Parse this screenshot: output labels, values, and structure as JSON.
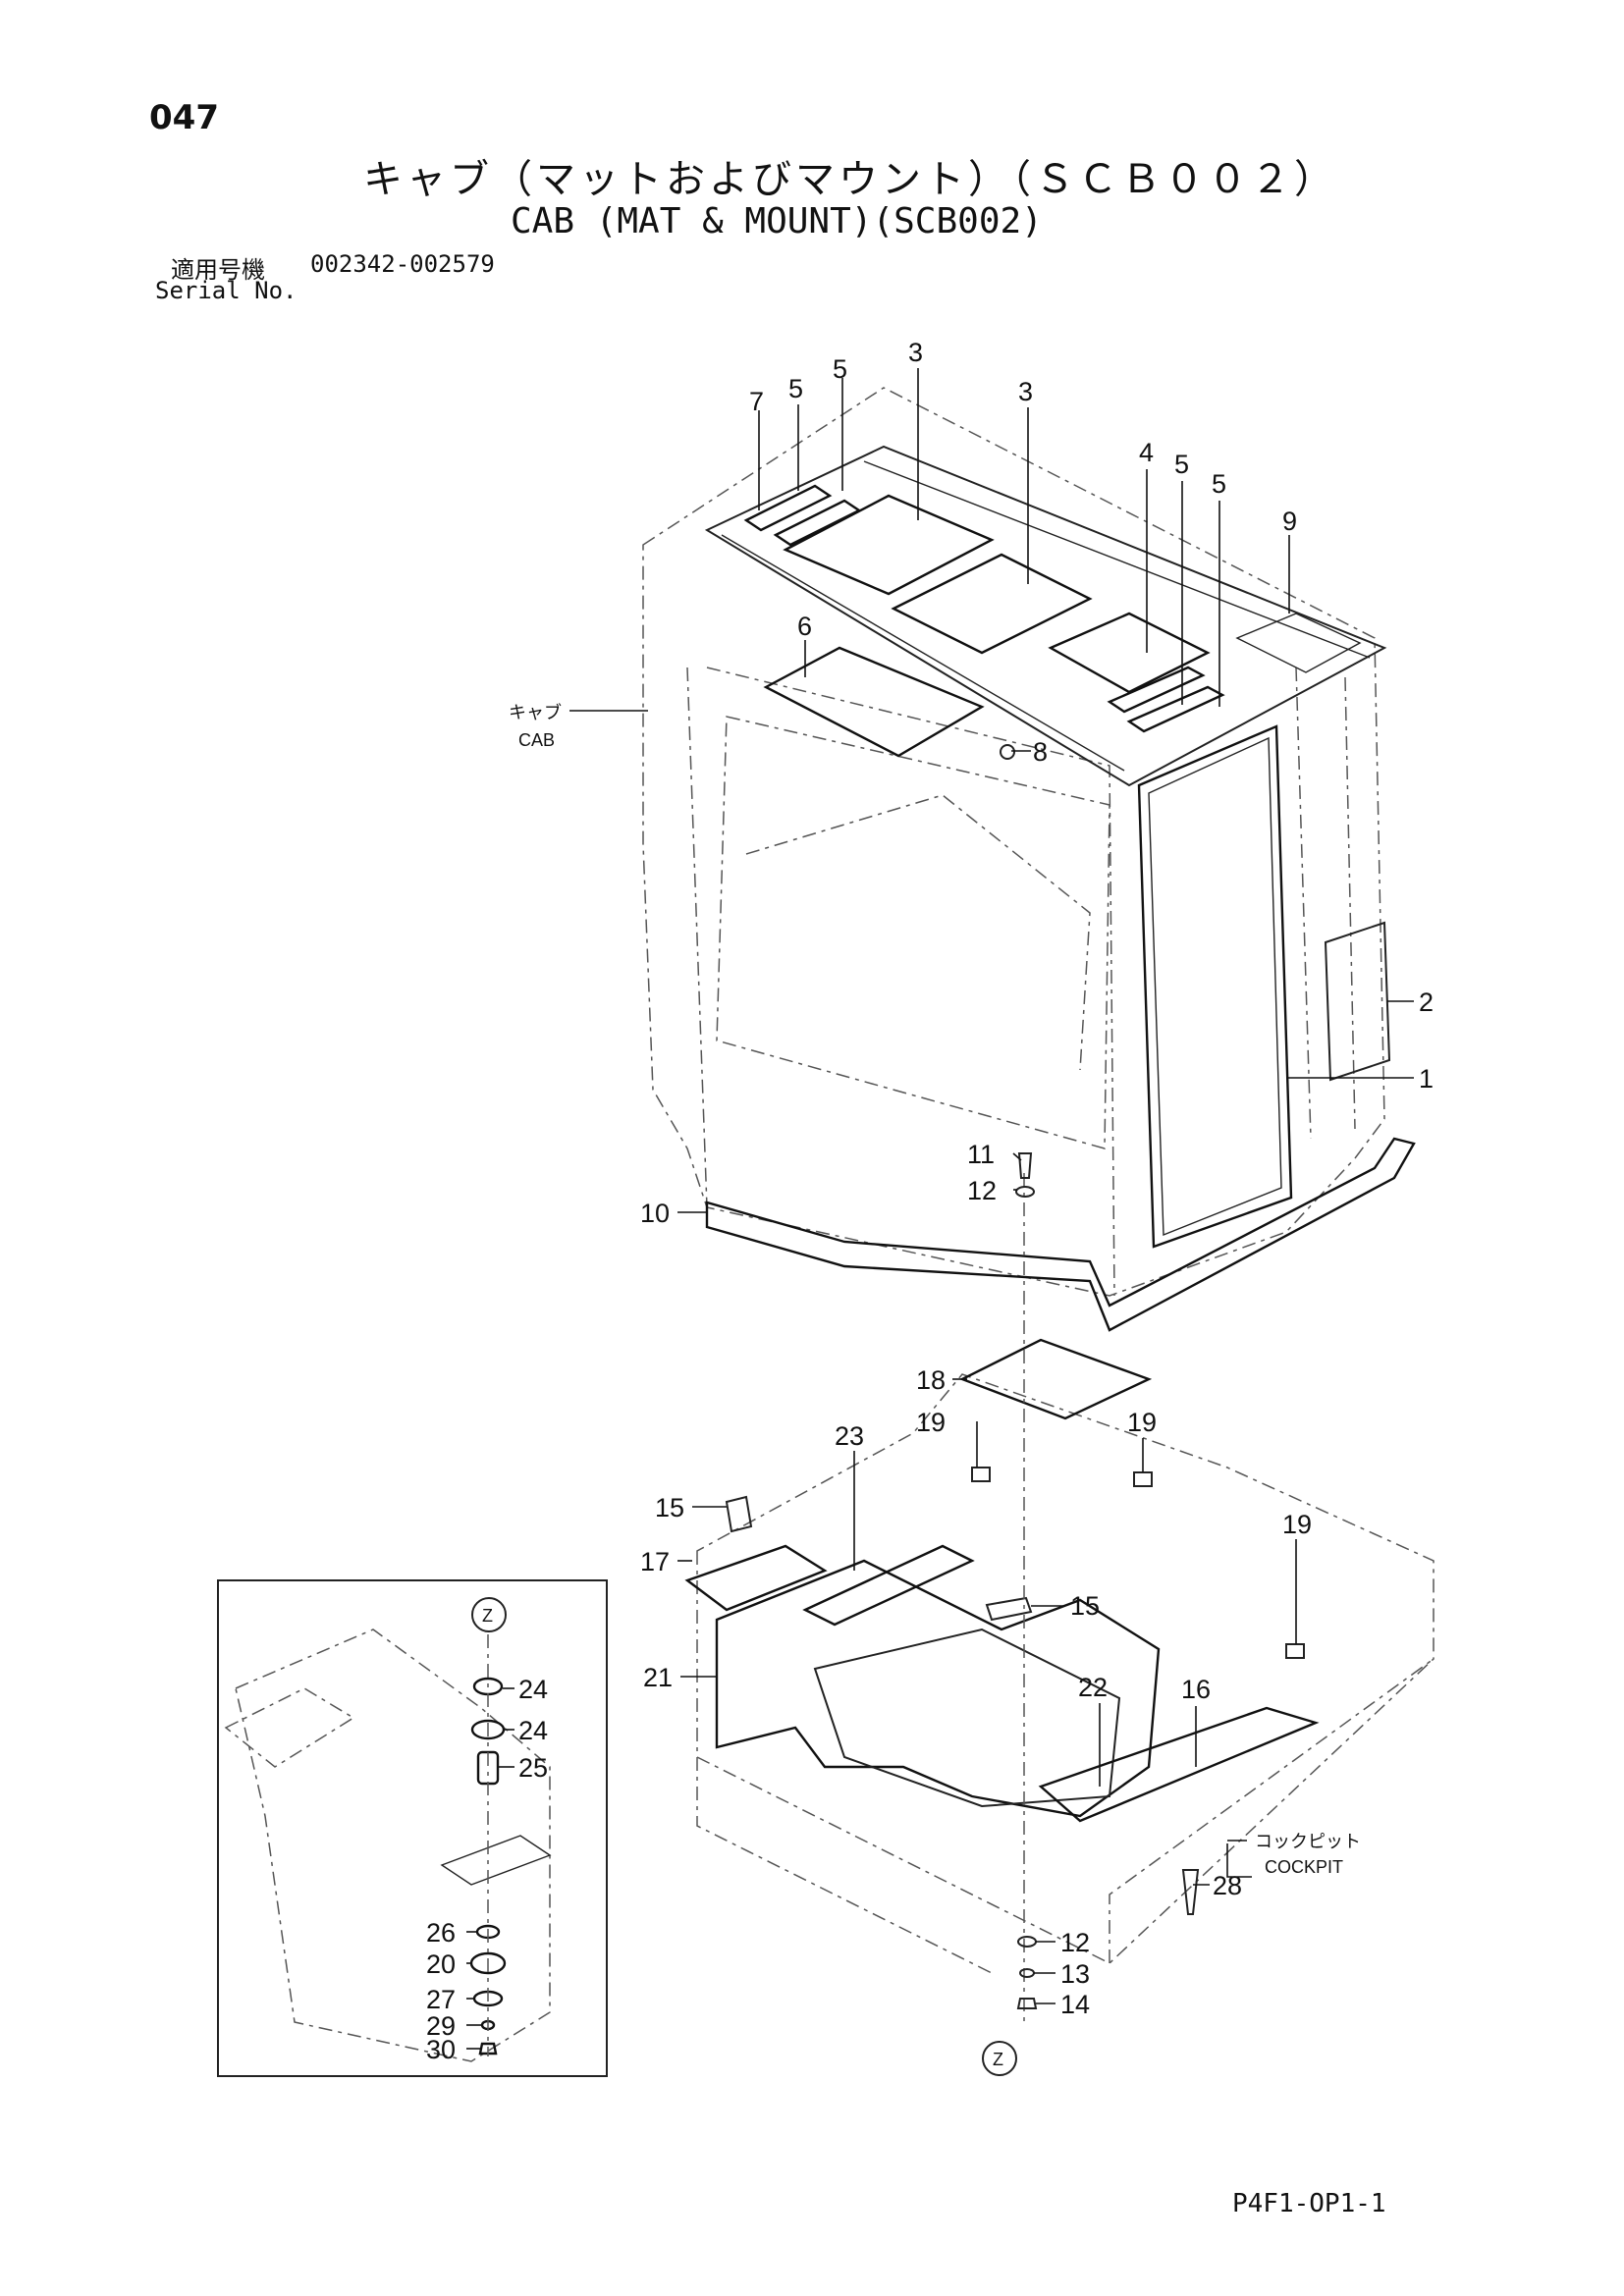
{
  "header": {
    "page_number": "047",
    "title_jp": "キャブ（マットおよびマウント）（ＳＣＢ００２）",
    "title_en": "CAB (MAT & MOUNT)(SCB002)",
    "serial_label_jp": "適用号機",
    "serial_range": "002342-002579",
    "serial_label_en": "Serial No."
  },
  "footer": {
    "page_code": "P4F1-OP1-1"
  },
  "labels": {
    "cab_jp": "キャブ",
    "cab_en": "CAB",
    "cockpit_jp": "コックピット",
    "cockpit_en": "COCKPIT",
    "detail_marker": "Z"
  },
  "callouts": [
    {
      "id": "c7a",
      "text": "7"
    },
    {
      "id": "c5a",
      "text": "5"
    },
    {
      "id": "c5b",
      "text": "5"
    },
    {
      "id": "c3a",
      "text": "3"
    },
    {
      "id": "c3b",
      "text": "3"
    },
    {
      "id": "c4",
      "text": "4"
    },
    {
      "id": "c5c",
      "text": "5"
    },
    {
      "id": "c5d",
      "text": "5"
    },
    {
      "id": "c9",
      "text": "9"
    },
    {
      "id": "c6",
      "text": "6"
    },
    {
      "id": "c8",
      "text": "8"
    },
    {
      "id": "c2",
      "text": "2"
    },
    {
      "id": "c1",
      "text": "1"
    },
    {
      "id": "c11",
      "text": "11"
    },
    {
      "id": "c12a",
      "text": "12"
    },
    {
      "id": "c10",
      "text": "10"
    },
    {
      "id": "c18",
      "text": "18"
    },
    {
      "id": "c19a",
      "text": "19"
    },
    {
      "id": "c19b",
      "text": "19"
    },
    {
      "id": "c23",
      "text": "23"
    },
    {
      "id": "c15a",
      "text": "15"
    },
    {
      "id": "c17",
      "text": "17"
    },
    {
      "id": "c19c",
      "text": "19"
    },
    {
      "id": "c15b",
      "text": "15"
    },
    {
      "id": "c21",
      "text": "21"
    },
    {
      "id": "c22",
      "text": "22"
    },
    {
      "id": "c16",
      "text": "16"
    },
    {
      "id": "c28",
      "text": "28"
    },
    {
      "id": "c12b",
      "text": "12"
    },
    {
      "id": "c13",
      "text": "13"
    },
    {
      "id": "c14",
      "text": "14"
    },
    {
      "id": "c24a",
      "text": "24"
    },
    {
      "id": "c24b",
      "text": "24"
    },
    {
      "id": "c25",
      "text": "25"
    },
    {
      "id": "c26",
      "text": "26"
    },
    {
      "id": "c20",
      "text": "20"
    },
    {
      "id": "c27",
      "text": "27"
    },
    {
      "id": "c29",
      "text": "29"
    },
    {
      "id": "c30",
      "text": "30"
    }
  ]
}
